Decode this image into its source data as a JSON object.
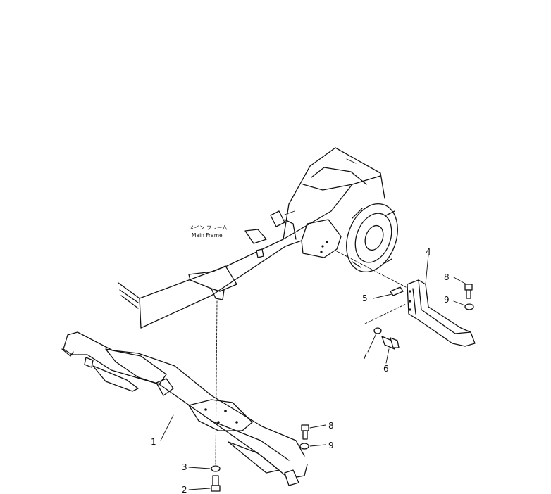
{
  "main_frame_label": {
    "jp": "メイン フレーム",
    "en": "Main Frame"
  },
  "callouts": [
    "1",
    "2",
    "3",
    "4",
    "5",
    "6",
    "7",
    "8",
    "9",
    "8",
    "9"
  ]
}
